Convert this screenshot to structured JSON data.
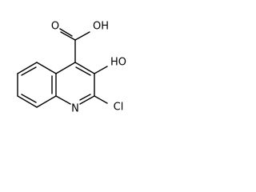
{
  "molecule": {
    "atoms": {
      "carboxyl_oh": "OH",
      "carbonyl_o": "O",
      "hydroxyl": "HO",
      "ring_n": "N",
      "chloro": "Cl"
    }
  }
}
